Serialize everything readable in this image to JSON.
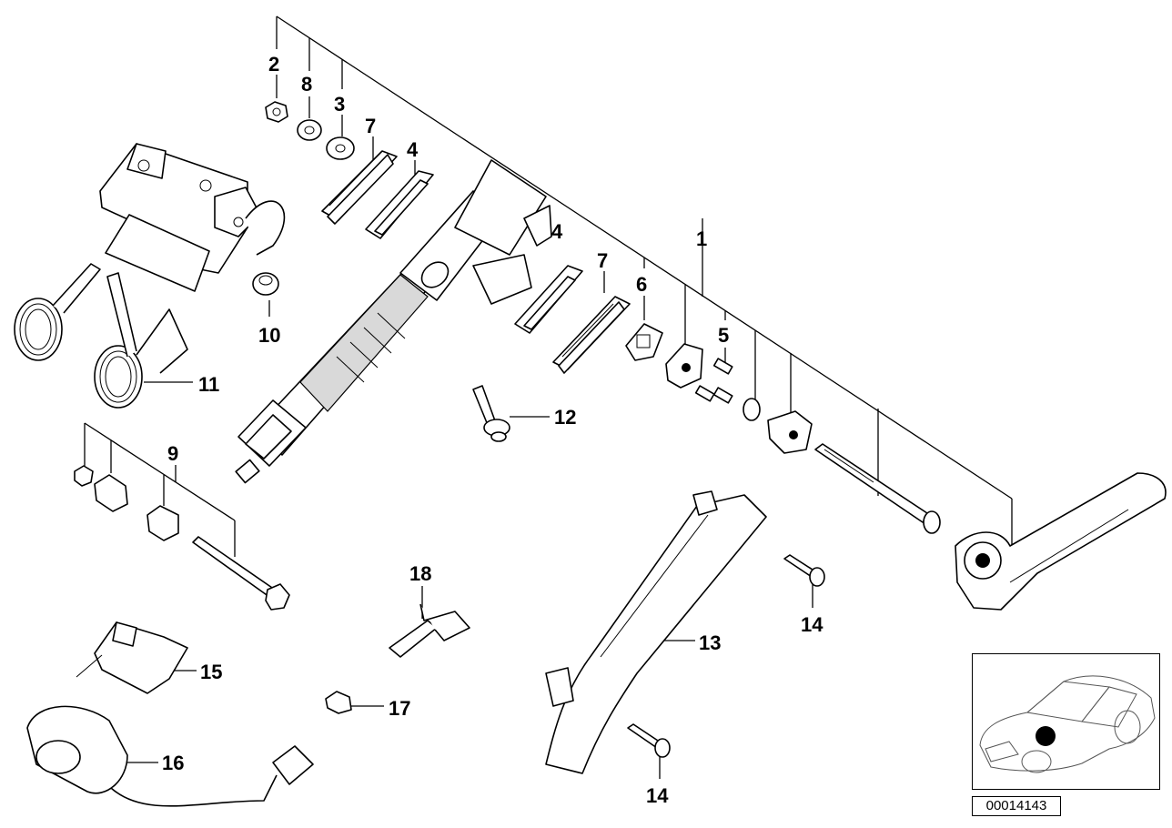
{
  "diagram": {
    "reference_code": "00014143",
    "callouts": {
      "c1": "1",
      "c2": "2",
      "c3": "3",
      "c4a": "4",
      "c4b": "4",
      "c5": "5",
      "c6": "6",
      "c7a": "7",
      "c7b": "7",
      "c8": "8",
      "c9": "9",
      "c10": "10",
      "c11": "11",
      "c12": "12",
      "c13": "13",
      "c14a": "14",
      "c14b": "14",
      "c15": "15",
      "c16": "16",
      "c17": "17",
      "c18": "18"
    }
  }
}
